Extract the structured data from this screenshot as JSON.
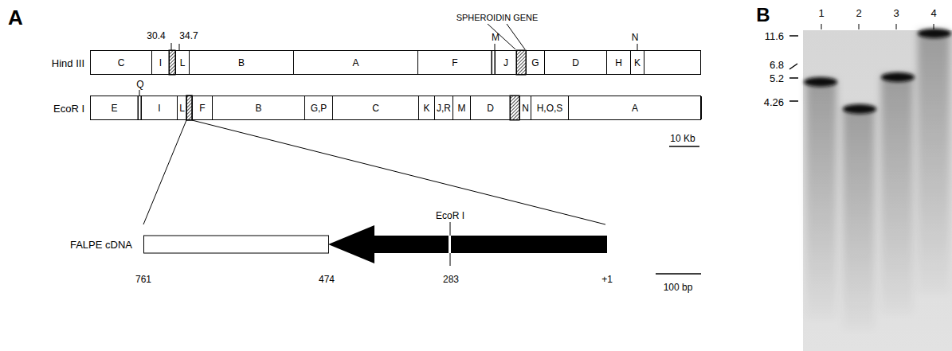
{
  "diagram": {
    "nodes": [
      {
        "text": [
          "Hind III"
        ]
      },
      {
        "text": [
          "C"
        ],
        "in": 0
      },
      {
        "text": [
          "I"
        ],
        "in": 0
      },
      {
        "text": [
          "L"
        ],
        "in": 0
      },
      {
        "text": [
          "B"
        ],
        "in": 0
      },
      {
        "text": [
          "A"
        ],
        "in": 0
      },
      {
        "text": [
          "F"
        ],
        "in": 0
      },
      {
        "text": [
          "J"
        ],
        "in": 0
      },
      {
        "text": [
          "G"
        ],
        "in": 0
      },
      {
        "text": [
          "D"
        ],
        "in": 0
      },
      {
        "text": [
          "H"
        ],
        "in": 0
      },
      {
        "text": [
          "K"
        ],
        "in": 0
      },
      {
        "text": [
          "EcoR I"
        ]
      },
      {
        "text": [
          "E"
        ],
        "in": 12
      },
      {
        "text": [
          "I"
        ],
        "in": 12
      },
      {
        "text": [
          "L"
        ],
        "in": 12
      },
      {
        "text": [
          "F"
        ],
        "in": 12
      },
      {
        "text": [
          "B"
        ],
        "in": 12
      },
      {
        "text": [
          "G,P"
        ],
        "in": 12
      },
      {
        "text": [
          "C"
        ],
        "in": 12
      },
      {
        "text": [
          "K"
        ],
        "in": 12
      },
      {
        "text": [
          "J,R"
        ],
        "in": 12
      },
      {
        "text": [
          "M"
        ],
        "in": 12
      },
      {
        "text": [
          "D"
        ],
        "in": 12
      },
      {
        "text": [
          "N"
        ],
        "in": 12
      },
      {
        "text": [
          "H,O,S"
        ],
        "in": 12
      },
      {
        "text": [
          "A"
        ],
        "in": 12
      },
      {
        "text": [
          "FALPE cDNA"
        ]
      }
    ],
    "labels": [
      "A",
      "30.4",
      "34.7",
      "M",
      "SPHEROIDIN GENE",
      "N",
      "Q",
      "10 Kb",
      "EcoR I",
      "761",
      "474",
      "283",
      "+1",
      "100 bp",
      "B",
      "1",
      "2",
      "3",
      "4",
      "11.6",
      "6.8",
      "5.2",
      "4.26"
    ]
  }
}
